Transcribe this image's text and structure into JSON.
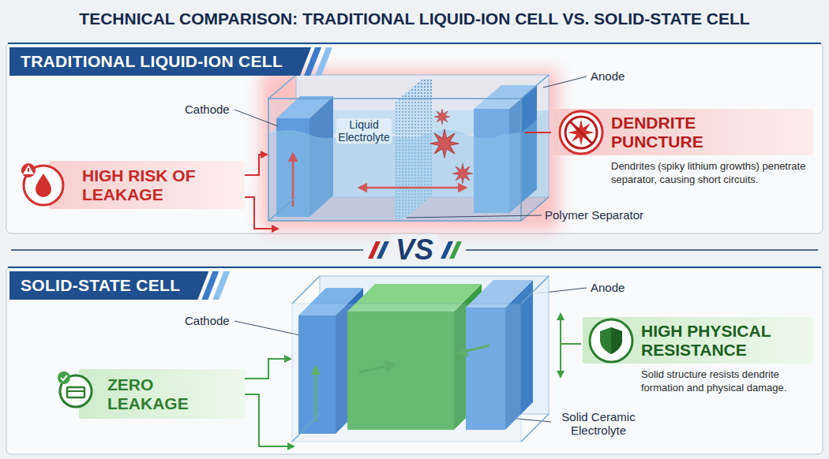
{
  "diagram": {
    "title": "TECHNICAL COMPARISON: TRADITIONAL LIQUID-ION CELL VS. SOLID-STATE CELL",
    "nodes": [
      {
        "text": [
          "TRADITIONAL LIQUID-ION CELL"
        ]
      },
      {
        "text": [
          "HIGH RISK OF LEAKAGE"
        ]
      },
      {
        "text": [
          "DENDRITE PUNCTURE",
          "Dendrites (spiky lithium growths) penetrate separator, causing short circuits."
        ]
      },
      {
        "text": [
          "SOLID-STATE CELL"
        ]
      },
      {
        "text": [
          "ZERO LEAKAGE"
        ]
      },
      {
        "text": [
          "HIGH PHYSICAL RESISTANCE",
          "Solid structure resists dendrite formation and physical damage."
        ]
      }
    ],
    "labels": [
      "Anode",
      "Cathode",
      "Liquid Electrolyte",
      "Polymer Separator",
      "VS",
      "Anode",
      "Cathode",
      "Solid Ceramic Electrolyte"
    ]
  }
}
